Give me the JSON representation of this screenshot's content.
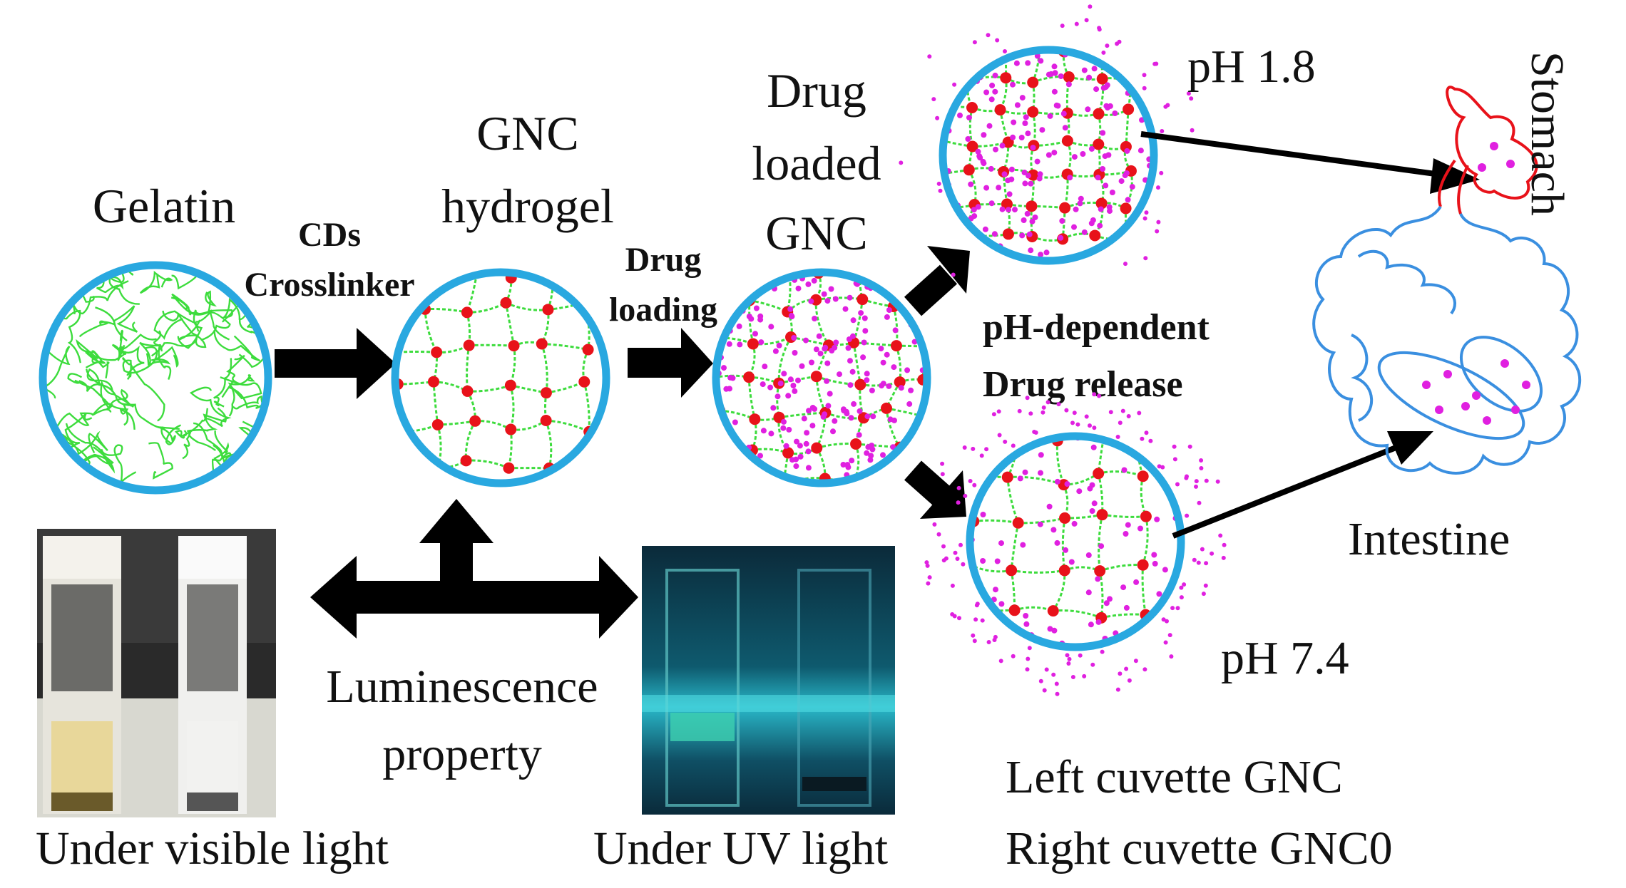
{
  "stages": {
    "gelatin": "Gelatin",
    "gnc_line1": "GNC",
    "gnc_line2": "hydrogel",
    "drug_line1": "Drug",
    "drug_line2": "loaded",
    "drug_line3": "GNC"
  },
  "arrows": {
    "crosslink_line1": "CDs",
    "crosslink_line2": "Crosslinker",
    "loading_line1": "Drug",
    "loading_line2": "loading",
    "release_line1": "pH-dependent",
    "release_line2": "Drug release"
  },
  "ph": {
    "acidic": "pH 1.8",
    "neutral": "pH 7.4"
  },
  "organs": {
    "stomach": "Stomach",
    "intestine": "Intestine"
  },
  "luminescence": {
    "line1": "Luminescence",
    "line2": "property",
    "visible_caption": "Under visible light",
    "uv_caption": "Under UV light",
    "legend_left": "Left cuvette GNC",
    "legend_right": "Right cuvette GNC0"
  },
  "colors": {
    "circle_border": "#29a8e0",
    "polymer": "#3ddc3d",
    "crosslink_node": "#e8121a",
    "drug": "#e020e0",
    "stomach": "#e8121a",
    "intestine": "#3a8fe0"
  }
}
